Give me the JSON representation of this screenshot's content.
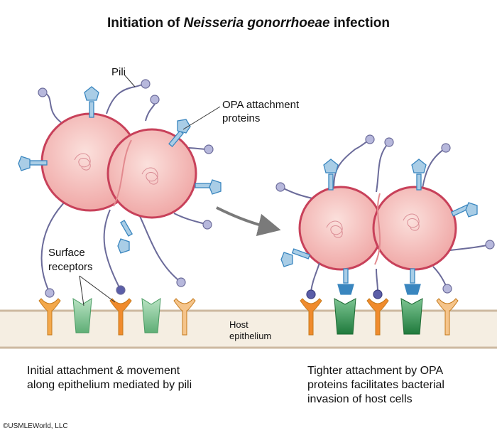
{
  "title": {
    "prefix": "Initiation of ",
    "species": "Neisseria gonorrhoeae",
    "suffix": " infection"
  },
  "labels": {
    "pili": "Pili",
    "opa_line1": "OPA attachment",
    "opa_line2": "proteins",
    "surface_line1": "Surface",
    "surface_line2": "receptors",
    "host_line1": "Host",
    "host_line2": "epithelium"
  },
  "captions": {
    "left_line1": "Initial attachment & movement",
    "left_line2": "along epithelium mediated by pili",
    "right_line1": "Tighter attachment by OPA",
    "right_line2": "proteins facilitates bacterial",
    "right_line3": "invasion of host cells"
  },
  "credit": "©USMLEWorld, LLC",
  "colors": {
    "cell_fill": "#f4b3b0",
    "cell_stroke": "#c8415a",
    "pili_stroke": "#6b6b9a",
    "pili_tip": "#b7b8dc",
    "opa_fill": "#a9cde6",
    "opa_stroke": "#3a86bf",
    "receptor_orange": "#f3a84b",
    "receptor_green": "#8fcf9f",
    "epithelium": "#f3ecdf",
    "arrow": "#777777"
  },
  "icons": {
    "pili": "pilus-icon",
    "opa": "opa-protein-icon",
    "y_receptor": "y-receptor-icon",
    "cup_receptor": "cup-receptor-icon"
  }
}
